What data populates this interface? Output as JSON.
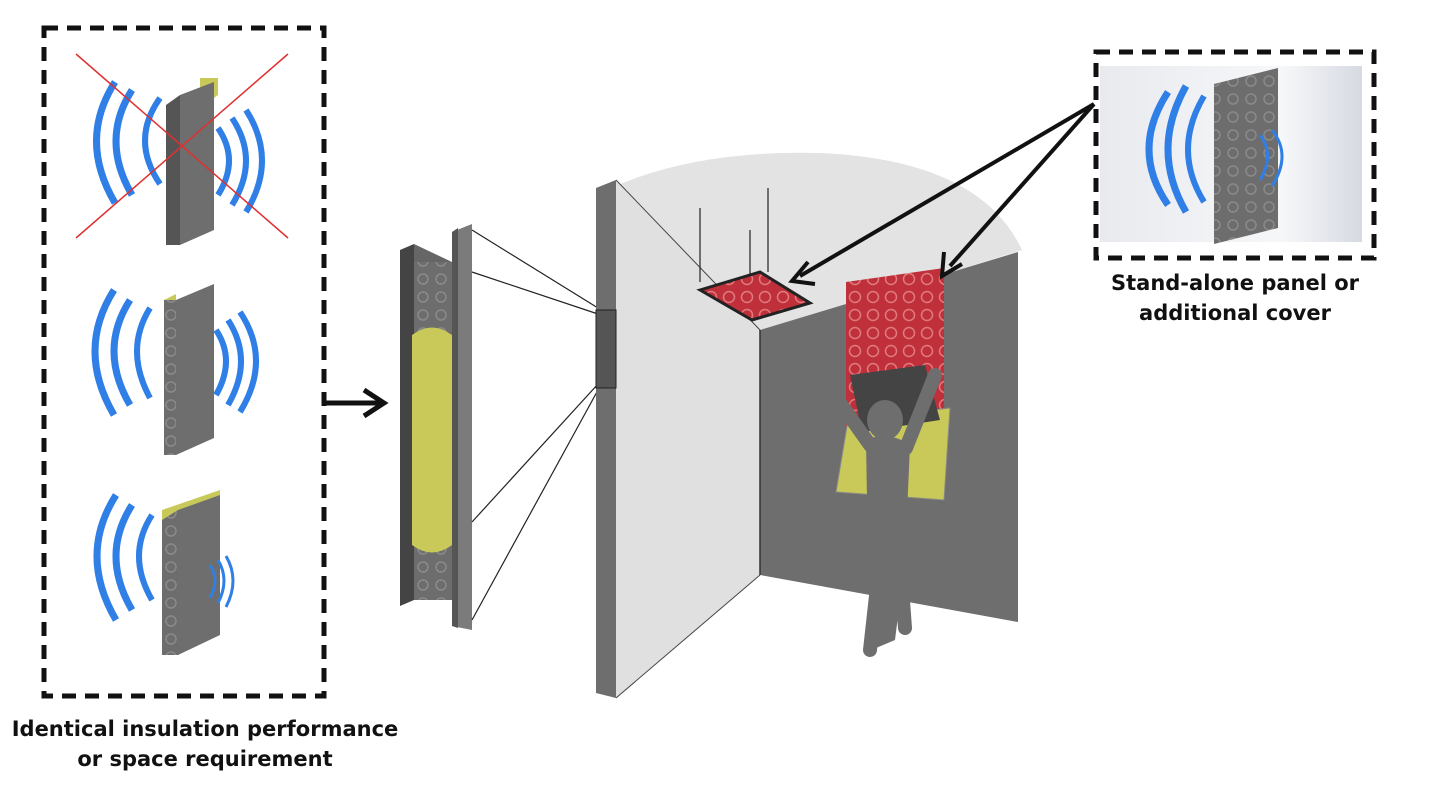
{
  "captions": {
    "left": {
      "line1": "Identical insulation performance",
      "line2": "or space requirement"
    },
    "right": {
      "line1": "Stand-alone panel or",
      "line2": "additional cover"
    }
  },
  "colors": {
    "sound_wave": "#2f7fe6",
    "panel_grey": "#6e6e6e",
    "insulation_yellow": "#c9c95a",
    "red_panel": "#c0303a",
    "wall_light": "#e3e3e3",
    "cross_out": "#e03030"
  }
}
